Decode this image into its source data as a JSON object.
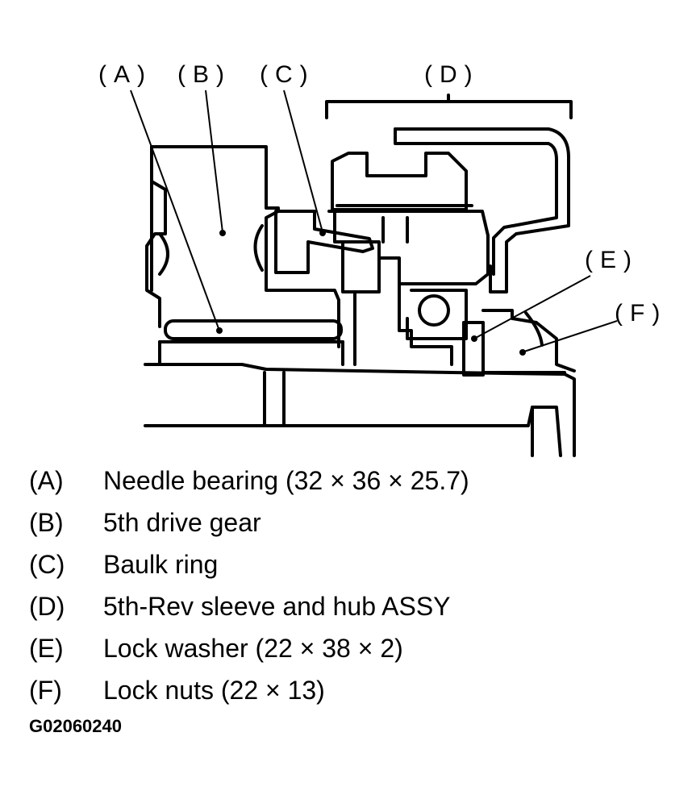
{
  "callouts": {
    "a": "(A)",
    "b": "(B)",
    "c": "(C)",
    "d": "(D)",
    "e": "(E)",
    "f": "(F)"
  },
  "legend": [
    {
      "key": "(A)",
      "text": "Needle bearing (32 × 36 × 25.7)"
    },
    {
      "key": "(B)",
      "text": "5th drive gear"
    },
    {
      "key": "(C)",
      "text": "Baulk ring"
    },
    {
      "key": "(D)",
      "text": "5th-Rev sleeve and hub ASSY"
    },
    {
      "key": "(E)",
      "text": "Lock washer (22 × 38 × 2)"
    },
    {
      "key": "(F)",
      "text": "Lock nuts (22 × 13)"
    }
  ],
  "figure_code": "G02060240"
}
